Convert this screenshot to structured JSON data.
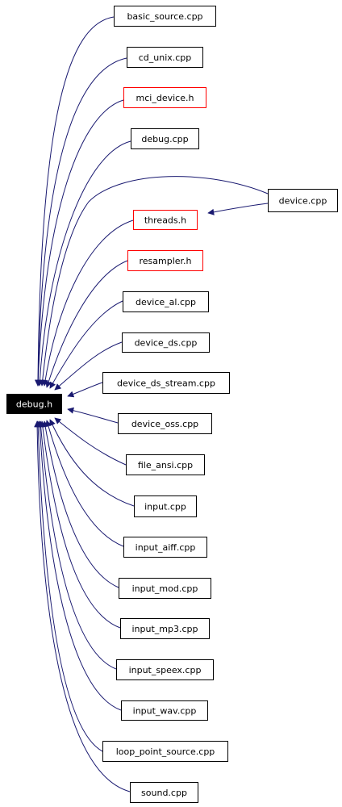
{
  "diagram": {
    "root": {
      "id": "root",
      "label": "debug.h"
    },
    "nodes": [
      {
        "id": "n01",
        "label": "basic_source.cpp",
        "style": "file"
      },
      {
        "id": "n02",
        "label": "cd_unix.cpp",
        "style": "file"
      },
      {
        "id": "n03",
        "label": "mci_device.h",
        "style": "header"
      },
      {
        "id": "n04",
        "label": "debug.cpp",
        "style": "file"
      },
      {
        "id": "n05",
        "label": "device.cpp",
        "style": "file"
      },
      {
        "id": "n06",
        "label": "threads.h",
        "style": "header"
      },
      {
        "id": "n07",
        "label": "resampler.h",
        "style": "header"
      },
      {
        "id": "n08",
        "label": "device_al.cpp",
        "style": "file"
      },
      {
        "id": "n09",
        "label": "device_ds.cpp",
        "style": "file"
      },
      {
        "id": "n10",
        "label": "device_ds_stream.cpp",
        "style": "file"
      },
      {
        "id": "n11",
        "label": "device_oss.cpp",
        "style": "file"
      },
      {
        "id": "n12",
        "label": "file_ansi.cpp",
        "style": "file"
      },
      {
        "id": "n13",
        "label": "input.cpp",
        "style": "file"
      },
      {
        "id": "n14",
        "label": "input_aiff.cpp",
        "style": "file"
      },
      {
        "id": "n15",
        "label": "input_mod.cpp",
        "style": "file"
      },
      {
        "id": "n16",
        "label": "input_mp3.cpp",
        "style": "file"
      },
      {
        "id": "n17",
        "label": "input_speex.cpp",
        "style": "file"
      },
      {
        "id": "n18",
        "label": "input_wav.cpp",
        "style": "file"
      },
      {
        "id": "n19",
        "label": "loop_point_source.cpp",
        "style": "file"
      },
      {
        "id": "n20",
        "label": "sound.cpp",
        "style": "file"
      }
    ],
    "edges": [
      {
        "from": "n01",
        "to": "root"
      },
      {
        "from": "n02",
        "to": "root"
      },
      {
        "from": "n03",
        "to": "root"
      },
      {
        "from": "n04",
        "to": "root"
      },
      {
        "from": "n05",
        "to": "root"
      },
      {
        "from": "n05",
        "to": "n06"
      },
      {
        "from": "n06",
        "to": "root"
      },
      {
        "from": "n07",
        "to": "root"
      },
      {
        "from": "n08",
        "to": "root"
      },
      {
        "from": "n09",
        "to": "root"
      },
      {
        "from": "n10",
        "to": "root"
      },
      {
        "from": "n11",
        "to": "root"
      },
      {
        "from": "n12",
        "to": "root"
      },
      {
        "from": "n13",
        "to": "root"
      },
      {
        "from": "n14",
        "to": "root"
      },
      {
        "from": "n15",
        "to": "root"
      },
      {
        "from": "n16",
        "to": "root"
      },
      {
        "from": "n17",
        "to": "root"
      },
      {
        "from": "n18",
        "to": "root"
      },
      {
        "from": "n19",
        "to": "root"
      },
      {
        "from": "n20",
        "to": "root"
      }
    ],
    "colors": {
      "edge": "#191970",
      "root_fill": "#000000",
      "root_text": "#ffffff",
      "file_border": "#000000",
      "header_border": "#ff0000",
      "node_fill": "#ffffff",
      "node_text": "#000000"
    }
  }
}
